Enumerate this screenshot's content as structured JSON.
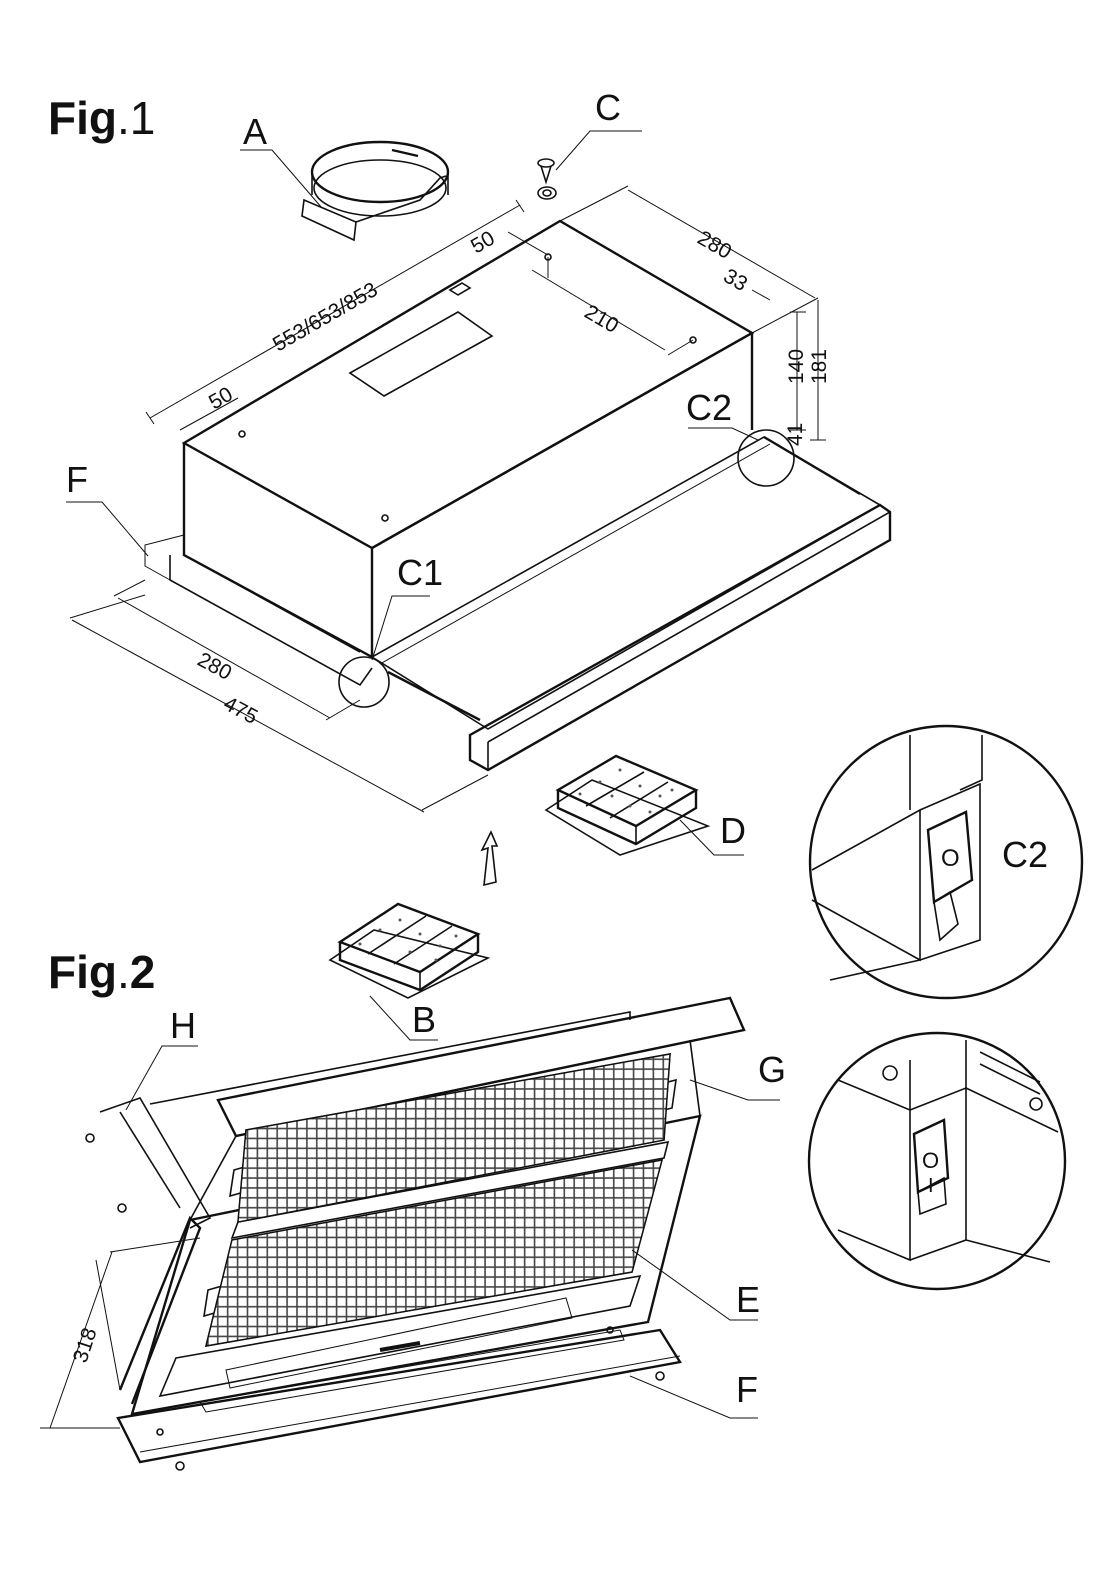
{
  "figures": [
    {
      "prefix": "Fig",
      "sep": ".",
      "number": "1"
    },
    {
      "prefix": "Fig",
      "sep": ".",
      "number": "2"
    }
  ],
  "part_labels": {
    "a": "A",
    "b": "B",
    "c": "C",
    "c1": "C1",
    "c2": "C2",
    "c2_detail": "C2",
    "d": "D",
    "e": "E",
    "f_top": "F",
    "f_bottom": "F",
    "g": "G",
    "h": "H"
  },
  "dimensions": {
    "width_options": "553/653/853",
    "depth_top": "280",
    "hole_offset_right": "50",
    "hole_offset_left": "50",
    "hole_spacing": "210",
    "side_offset": "33",
    "height_inner": "140",
    "height_total": "181",
    "switch_height": "41",
    "depth_bottom": "280",
    "depth_extended": "475",
    "panel_depth": "318"
  },
  "switch_symbols": {
    "upper": "O",
    "lower_on": "I",
    "lower_off": "O"
  }
}
